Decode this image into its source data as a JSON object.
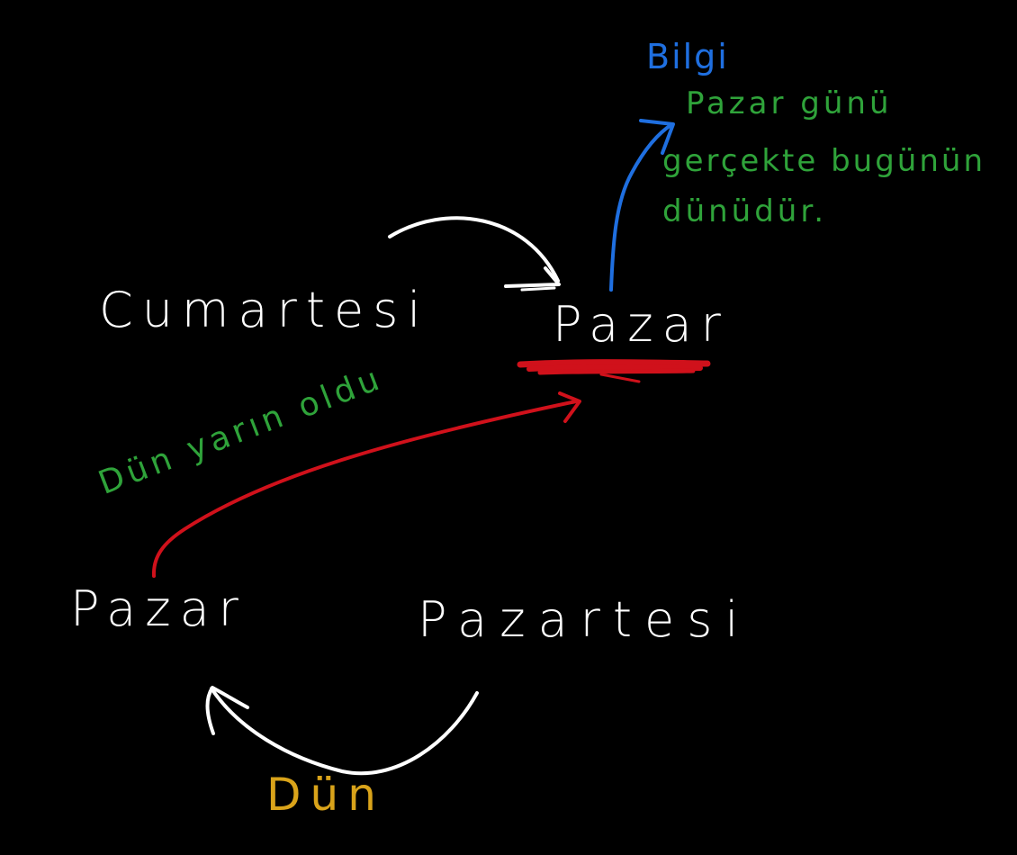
{
  "labels": {
    "cumartesi": "Cumartesi",
    "pazar_center": "Pazar",
    "pazar_left": "Pazar",
    "pazartesi": "Pazartesi",
    "bilgi": "Bilgi",
    "info_line1": "Pazar günü",
    "info_line2": "gerçekte bugünün",
    "info_line3": "dünüdür.",
    "dun_yarin_oldu": "Dün yarın oldu",
    "dun": "Dün"
  },
  "colors": {
    "background": "#000000",
    "day_text": "#ffffff",
    "white_arrow": "#ffffff",
    "info_heading": "#1f6fe0",
    "info_arrow": "#1f6fe0",
    "green_note": "#2fa33a",
    "red_arrow": "#d0111b",
    "red_underline": "#d0111b",
    "dun_label": "#d9a31a"
  }
}
